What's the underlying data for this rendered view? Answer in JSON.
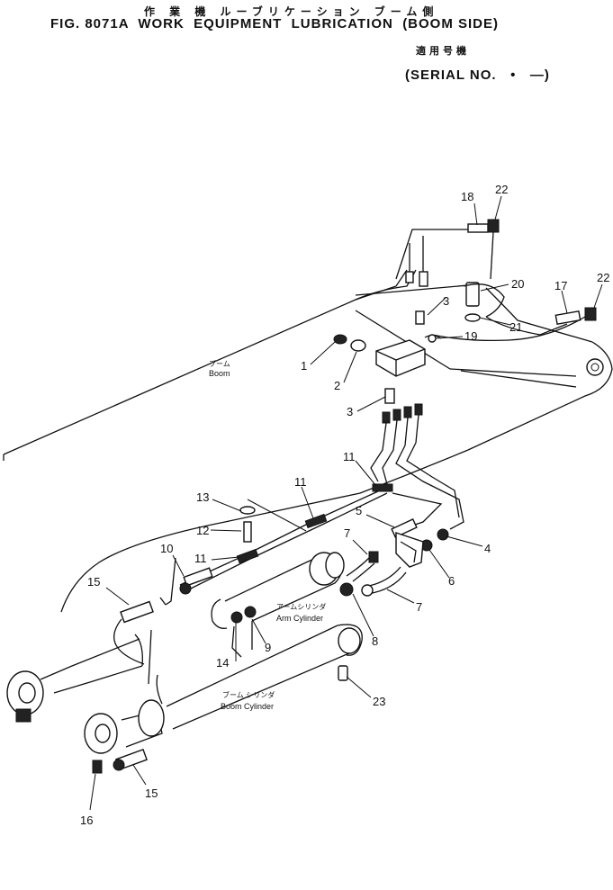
{
  "header": {
    "title_jp": "作 業 機 ルーブリケーション ブーム側",
    "title_en": "FIG. 8071A  WORK  EQUIPMENT  LUBRICATION  (BOOM SIDE)",
    "serial_jp": "適用号機",
    "serial_en": "(SERIAL NO.   •   —)"
  },
  "labels": {
    "boom_jp": "ブーム",
    "boom_en": "Boom",
    "arm_cyl_jp": "アームシリンダ",
    "arm_cyl_en": "Arm  Cylinder",
    "boom_cyl_jp": "ブーム シリンダ",
    "boom_cyl_en": "Boom Cylinder"
  },
  "callouts": {
    "c1": "1",
    "c2": "2",
    "c3a": "3",
    "c3b": "3",
    "c4": "4",
    "c5": "5",
    "c6": "6",
    "c7a": "7",
    "c7b": "7",
    "c8": "8",
    "c9": "9",
    "c10": "10",
    "c11a": "11",
    "c11b": "11",
    "c11c": "11",
    "c12": "12",
    "c13": "13",
    "c14": "14",
    "c15a": "15",
    "c15b": "15",
    "c16": "16",
    "c17": "17",
    "c18": "18",
    "c19": "19",
    "c20": "20",
    "c21": "21",
    "c22a": "22",
    "c22b": "22",
    "c23": "23"
  }
}
